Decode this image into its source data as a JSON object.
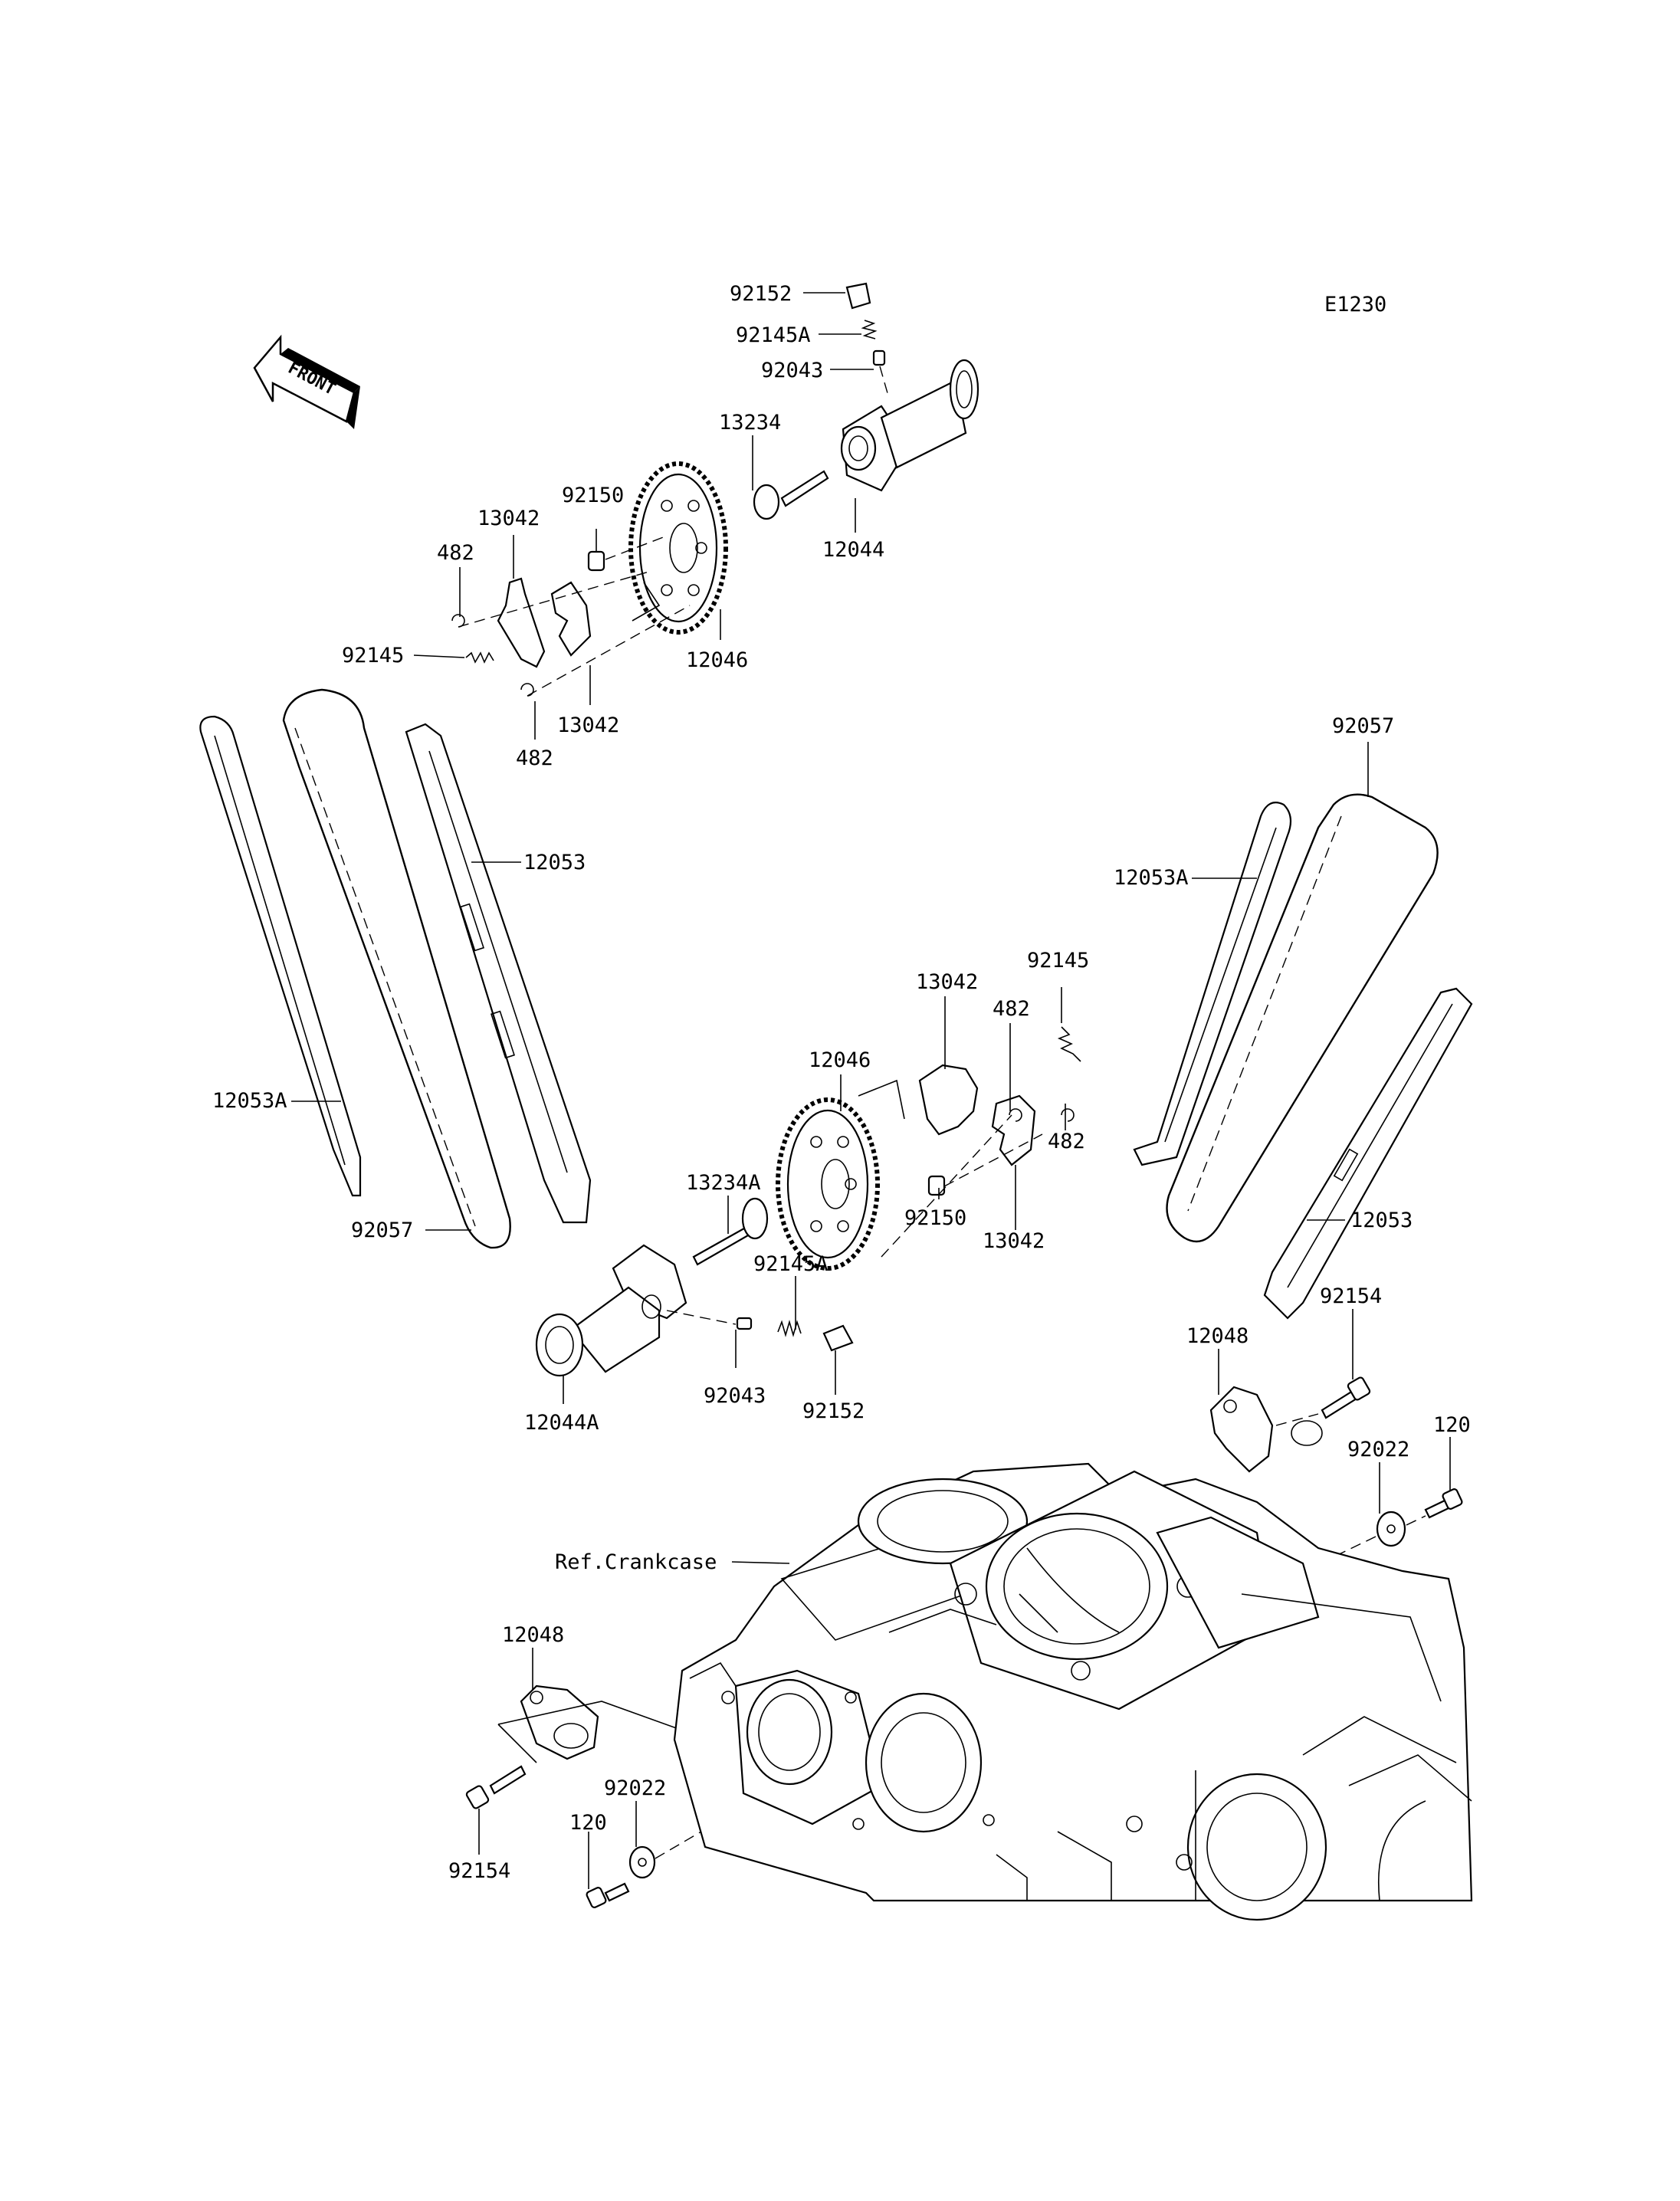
{
  "diagram_code": "E1230",
  "front_label": "FRONT",
  "callouts": {
    "upper_92152": "92152",
    "upper_92145A": "92145A",
    "upper_92043": "92043",
    "upper_13234": "13234",
    "upper_12044": "12044",
    "upper_92150": "92150",
    "upper_13042_a": "13042",
    "upper_482_a": "482",
    "upper_92145": "92145",
    "upper_12046": "12046",
    "upper_13042_b": "13042",
    "upper_482_b": "482",
    "left_12053": "12053",
    "left_12053A": "12053A",
    "left_92057": "92057",
    "right_92057": "92057",
    "right_12053A": "12053A",
    "right_12053": "12053",
    "lower_92145": "92145",
    "lower_13042_a": "13042",
    "lower_482_a": "482",
    "lower_482_b": "482",
    "lower_12046": "12046",
    "lower_13234A": "13234A",
    "lower_92150": "92150",
    "lower_13042_b": "13042",
    "lower_92145A": "92145A",
    "lower_92043": "92043",
    "lower_92152": "92152",
    "lower_12044A": "12044A",
    "right_12048": "12048",
    "right_92154": "92154",
    "right_92022": "92022",
    "right_120": "120",
    "ref_crankcase": "Ref.Crankcase",
    "left_12048": "12048",
    "left_92154": "92154",
    "bottom_92022": "92022",
    "bottom_120": "120"
  }
}
